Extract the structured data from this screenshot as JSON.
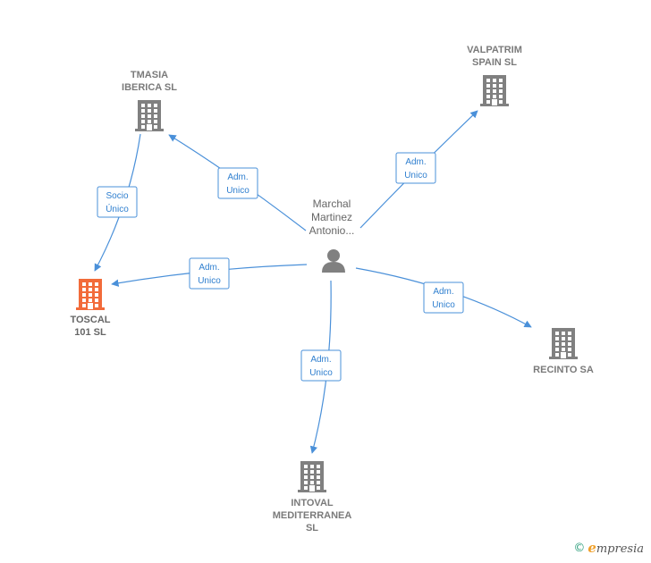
{
  "colors": {
    "edge": "#4a90d9",
    "building_gray": "#808080",
    "building_focus": "#f26b3a",
    "person": "#808080"
  },
  "person": {
    "name_lines": [
      "Marchal",
      "Martinez",
      "Antonio..."
    ],
    "icon": "person-icon"
  },
  "companies": [
    {
      "id": "tmasia",
      "label_lines": [
        "TMASIA",
        "IBERICA  SL"
      ],
      "icon": "building-icon",
      "focus": false
    },
    {
      "id": "valpatrim",
      "label_lines": [
        "VALPATRIM",
        "SPAIN SL"
      ],
      "icon": "building-icon",
      "focus": false
    },
    {
      "id": "toscal",
      "label_lines": [
        "TOSCAL",
        "101  SL"
      ],
      "icon": "building-icon",
      "focus": true
    },
    {
      "id": "recinto",
      "label_lines": [
        "RECINTO SA"
      ],
      "icon": "building-icon",
      "focus": false
    },
    {
      "id": "intoval",
      "label_lines": [
        "INTOVAL",
        "MEDITERRANEA",
        "SL"
      ],
      "icon": "building-icon",
      "focus": false
    }
  ],
  "edges": [
    {
      "from": "person",
      "to": "tmasia",
      "label_lines": [
        "Adm.",
        "Unico"
      ]
    },
    {
      "from": "person",
      "to": "valpatrim",
      "label_lines": [
        "Adm.",
        "Unico"
      ]
    },
    {
      "from": "person",
      "to": "toscal",
      "label_lines": [
        "Adm.",
        "Unico"
      ]
    },
    {
      "from": "person",
      "to": "recinto",
      "label_lines": [
        "Adm.",
        "Unico"
      ]
    },
    {
      "from": "person",
      "to": "intoval",
      "label_lines": [
        "Adm.",
        "Unico"
      ]
    },
    {
      "from": "tmasia",
      "to": "toscal",
      "label_lines": [
        "Socio",
        "Único"
      ]
    }
  ],
  "footer": {
    "copyright_symbol": "©",
    "brand_initial": "e",
    "brand_rest": "mpresia"
  }
}
